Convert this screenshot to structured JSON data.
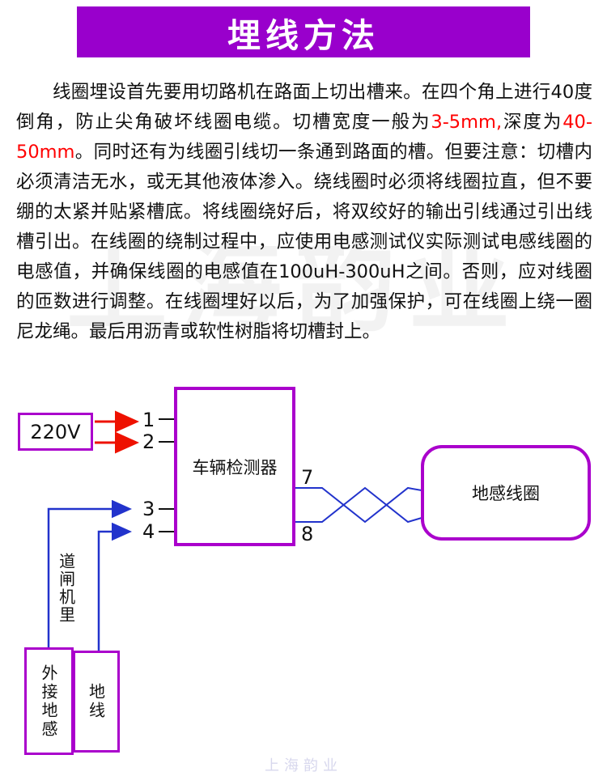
{
  "header": {
    "title": "埋线方法"
  },
  "article": {
    "segments": [
      {
        "text": "线圈埋设首先要用切路机在路面上切出槽来。在四个角上进行40度倒角，防止尖角破坏线圈电缆。切槽宽度一般为",
        "highlight": false
      },
      {
        "text": "3-5mm,",
        "highlight": true
      },
      {
        "text": "深度为",
        "highlight": false
      },
      {
        "text": "40-50mm",
        "highlight": true
      },
      {
        "text": "。同时还有为线圈引线切一条通到路面的槽。但要注意：切槽内必须清洁无水，或无其他液体渗入。绕线圈时必须将线圈拉直，但不要绷的太紧并贴紧槽底。将线圈绕好后，将双绞好的输出引线通过引出线槽引出。在线圈的绕制过程中，应使用电感测试仪实际测试电感线圈的电感值，并确保线圈的电感值在100uH-300uH之间。否则，应对线圈的匝数进行调整。在线圈埋好以后，为了加强保护，可在线圈上绕一圈尼龙绳。最后用沥青或软性树脂将切槽封上。",
        "highlight": false
      }
    ]
  },
  "diagram": {
    "power_box_label": "220V",
    "detector_box_label": "车辆检测器",
    "coil_box_label": "地感线圈",
    "gate_location_label": "道闸机里",
    "external_sensor_label": "外接地感",
    "ground_wire_label": "地线",
    "terminals": {
      "t1": "1",
      "t2": "2",
      "t3": "3",
      "t4": "4",
      "t7": "7",
      "t8": "8"
    }
  },
  "watermark": {
    "text": "上海韵业"
  },
  "colors": {
    "banner_bg": "#9900cc",
    "banner_text": "#ffffff",
    "highlight_red": "#ff0000",
    "box_border": "#aa00cc",
    "power_arrow_red": "#ee1100",
    "signal_blue": "#2233cc",
    "line_black": "#111111"
  }
}
